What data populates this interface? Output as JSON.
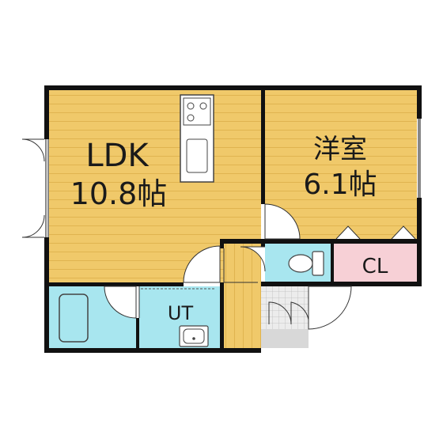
{
  "rooms": {
    "ldk": {
      "name": "LDK",
      "size": "10.8帖"
    },
    "western": {
      "name": "洋室",
      "size": "6.1帖"
    },
    "closet": {
      "name": "CL"
    },
    "utility": {
      "name": "UT"
    }
  },
  "colors": {
    "wood_floor": "#f0c96a",
    "wood_line": "#e0b450",
    "wet_area": "#a8e6ef",
    "closet": "#f7d0d6",
    "wall": "#111111",
    "gray_floor": "#d8d8d8"
  }
}
